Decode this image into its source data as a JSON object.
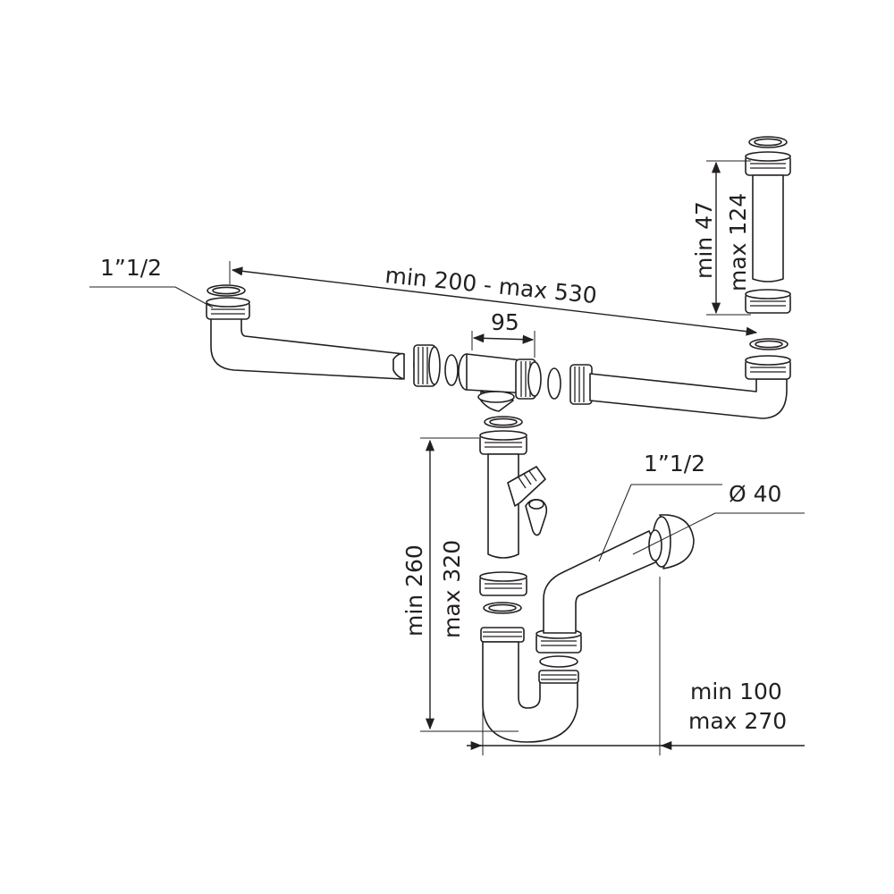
{
  "labels": {
    "thread_left": "1”1/2",
    "span_horizontal": "min 200 - max 530",
    "tee_width": "95",
    "ext_min": "min 47",
    "ext_max": "max 124",
    "height_min": "min 260",
    "height_max": "max 320",
    "thread_trap": "1”1/2",
    "diameter": "Ø 40",
    "depth_min": "min 100",
    "depth_max": "max 270"
  },
  "colors": {
    "line": "#231f20",
    "background": "#ffffff"
  }
}
